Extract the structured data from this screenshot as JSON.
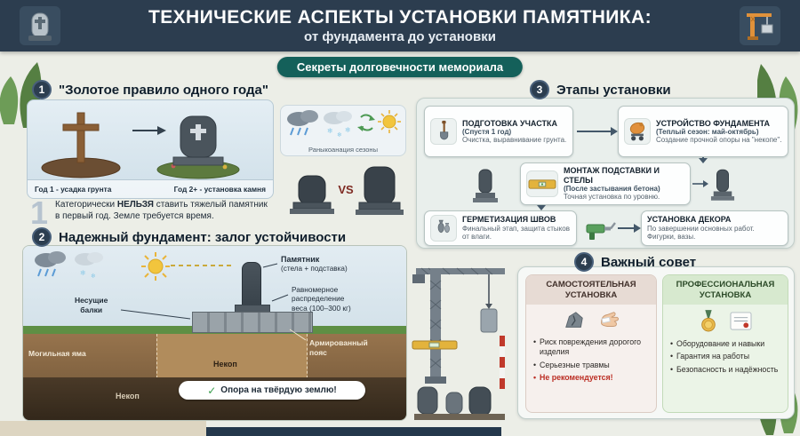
{
  "header": {
    "title": "ТЕХНИЧЕСКИЕ АСПЕКТЫ УСТАНОВКИ ПАМЯТНИКА:",
    "subtitle": "от фундамента до установки"
  },
  "badge_label": "Секреты долговечности мемориала",
  "section1": {
    "number": "1",
    "title": "\"Золотое правило одного года\"",
    "year1_label": "Год 1 - усадка грунта",
    "year2_label": "Год 2+ - установка камня",
    "seasons_caption": "Раныкоанация сезоны",
    "vs_label": "VS",
    "note_number": "1",
    "note_prefix": "Категорически ",
    "note_emphasis": "НЕЛЬЗЯ",
    "note_suffix": " ставить тяжелый памятник в первый год. Земле требуется время."
  },
  "section2": {
    "number": "2",
    "title": "Надежный фундамент: залог устойчивости",
    "monument_label_1": "Памятник",
    "monument_label_2": "(стела + подставка)",
    "weight_label_1": "Равномерное",
    "weight_label_2": "распределение",
    "weight_label_3": "веса (100–300 кг)",
    "beams_label_1": "Несущие",
    "beams_label_2": "балки",
    "pit_label": "Могильная яма",
    "nekop_label": "Некоп",
    "armor_label_1": "Армированный",
    "armor_label_2": "пояс",
    "nekop_deep_label": "Некоп",
    "check_label": "Опора на твёрдую землю!"
  },
  "section3": {
    "number": "3",
    "title": "Этапы установки",
    "steps": [
      {
        "title": "ПОДГОТОВКА УЧАСТКА",
        "subtitle": "(Спустя 1 год)",
        "text": "Очистка, выравнивание грунта."
      },
      {
        "title": "УСТРОЙСТВО ФУНДАМЕНТА",
        "subtitle": "(Теплый сезон: май-октябрь)",
        "text": "Создание прочной опоры на \"некопе\"."
      },
      {
        "title": "МОНТАЖ ПОДСТАВКИ И СТЕЛЫ",
        "subtitle": "(После застывания бетона)",
        "text": "Точная установка по уровню."
      },
      {
        "title": "ГЕРМЕТИЗАЦИЯ ШВОВ",
        "subtitle": "",
        "text": "Финальный этап, защита стыков от влаги."
      },
      {
        "title": "УСТАНОВКА ДЕКОРА",
        "subtitle": "",
        "text": "По завершении основных работ. Фигурки, вазы."
      }
    ]
  },
  "section4": {
    "number": "4",
    "title": "Важный совет",
    "diy": {
      "title_1": "САМОСТОЯТЕЛЬНАЯ",
      "title_2": "УСТАНОВКА",
      "bullet1": "Риск повреждения дорогого изделия",
      "bullet2": "Серьезные травмы",
      "warning": "Не рекомендуется!"
    },
    "pro": {
      "title_1": "ПРОФЕССИОНАЛЬНАЯ",
      "title_2": "УСТАНОВКА",
      "bullet1": "Оборудование и навыки",
      "bullet2": "Гарантия на работы",
      "bullet3": "Безопасность и надёжность"
    }
  },
  "colors": {
    "header_bg": "#2c3d4f",
    "badge_bg": "#14605a",
    "accent_green": "#3a9e4d",
    "warning_red": "#bb2d23"
  }
}
